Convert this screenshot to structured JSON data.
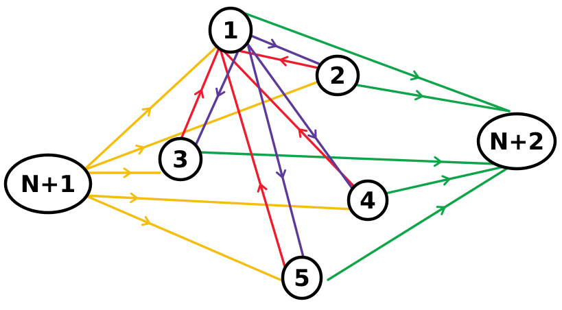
{
  "colors": {
    "source_edges": "#f5bd0c",
    "sink_edges": "#0ea54a",
    "red_edges": "#ee1c2c",
    "purple_edges": "#5d3a9a",
    "node_outline": "#000000"
  },
  "nodes": [
    {
      "id": "N+1",
      "label": "N+1"
    },
    {
      "id": "1",
      "label": "1"
    },
    {
      "id": "2",
      "label": "2"
    },
    {
      "id": "3",
      "label": "3"
    },
    {
      "id": "4",
      "label": "4"
    },
    {
      "id": "5",
      "label": "5"
    },
    {
      "id": "N+2",
      "label": "N+2"
    }
  ],
  "edges": [
    {
      "from": "N+1",
      "to": "1",
      "color": "source_edges"
    },
    {
      "from": "N+1",
      "to": "2",
      "color": "source_edges"
    },
    {
      "from": "N+1",
      "to": "3",
      "color": "source_edges"
    },
    {
      "from": "N+1",
      "to": "4",
      "color": "source_edges"
    },
    {
      "from": "N+1",
      "to": "5",
      "color": "source_edges"
    },
    {
      "from": "1",
      "to": "N+2",
      "color": "sink_edges"
    },
    {
      "from": "2",
      "to": "N+2",
      "color": "sink_edges"
    },
    {
      "from": "3",
      "to": "N+2",
      "color": "sink_edges"
    },
    {
      "from": "4",
      "to": "N+2",
      "color": "sink_edges"
    },
    {
      "from": "5",
      "to": "N+2",
      "color": "sink_edges"
    },
    {
      "from": "2",
      "to": "1",
      "color": "red_edges"
    },
    {
      "from": "3",
      "to": "1",
      "color": "red_edges"
    },
    {
      "from": "4",
      "to": "1",
      "color": "red_edges"
    },
    {
      "from": "5",
      "to": "1",
      "color": "red_edges"
    },
    {
      "from": "1",
      "to": "2",
      "color": "purple_edges"
    },
    {
      "from": "1",
      "to": "3",
      "color": "purple_edges"
    },
    {
      "from": "1",
      "to": "4",
      "color": "purple_edges"
    },
    {
      "from": "1",
      "to": "5",
      "color": "purple_edges"
    }
  ]
}
